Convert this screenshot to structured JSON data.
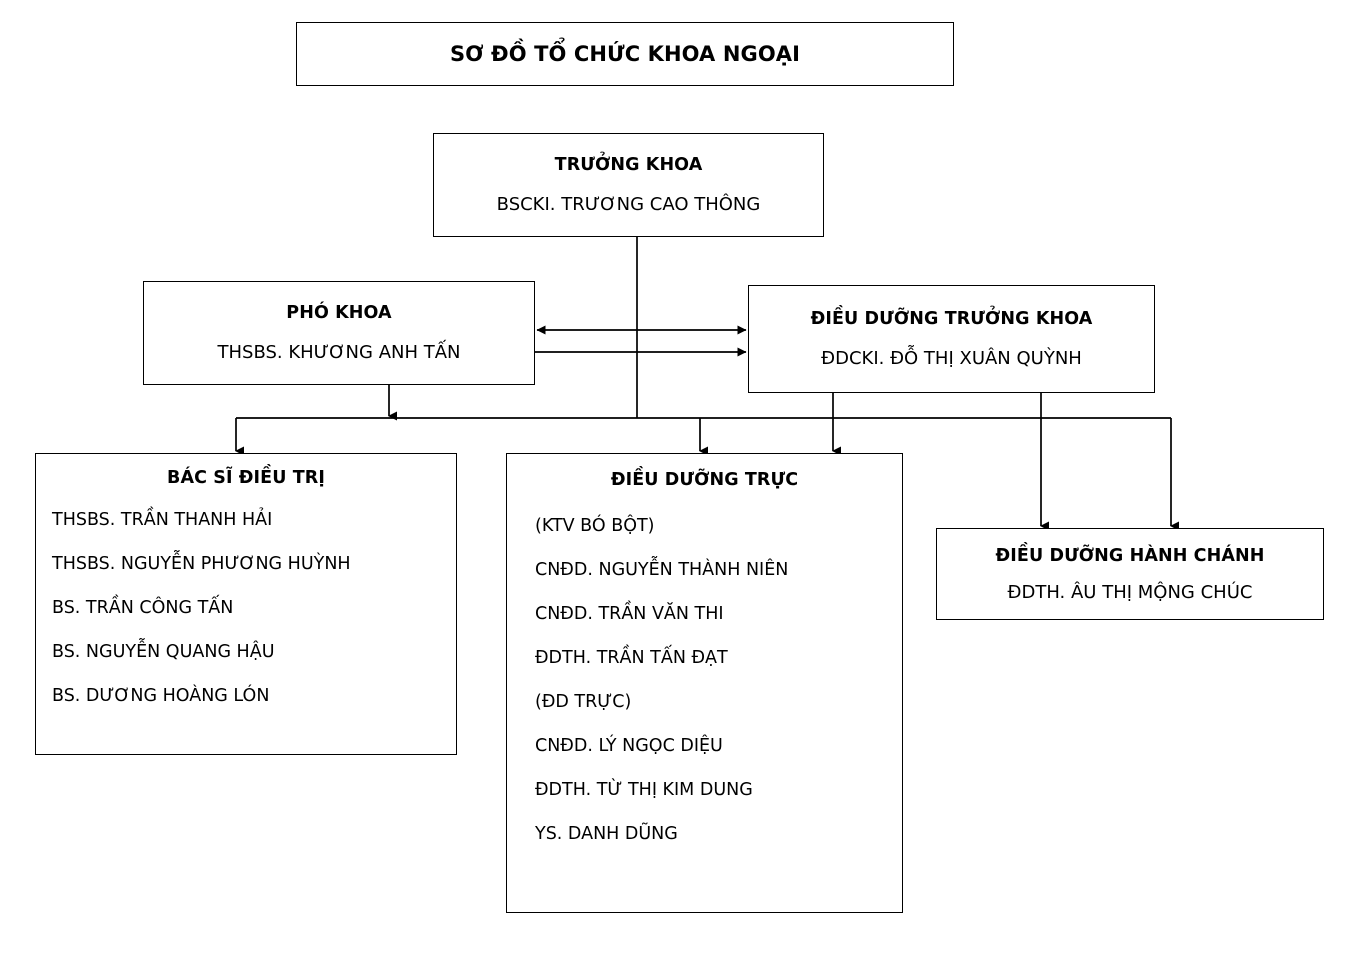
{
  "page": {
    "title": "SƠ ĐỒ TỔ CHỨC KHOA NGOẠI",
    "background_color": "#FFFFFF",
    "line_color": "#000000",
    "text_color": "#000000"
  },
  "nodes": {
    "head": {
      "title": "TRƯỞNG KHOA",
      "person": "BSCKI. TRƯƠNG CAO THÔNG"
    },
    "deputy": {
      "title": "PHÓ KHOA",
      "person": "THSBS. KHƯƠNG ANH TẤN"
    },
    "head_nurse": {
      "title": "ĐIỀU DƯỠNG TRƯỞNG KHOA",
      "person": "ĐDCKI. ĐỖ THỊ XUÂN QUỲNH"
    },
    "doctors": {
      "title": "BÁC SĨ ĐIỀU TRỊ",
      "members": [
        "THSBS. TRẦN THANH HẢI",
        "THSBS. NGUYỄN PHƯƠNG HUỲNH",
        "BS. TRẦN CÔNG TẤN",
        "BS. NGUYỄN QUANG HẬU",
        "BS. DƯƠNG HOÀNG LÓN"
      ]
    },
    "duty_nurses": {
      "title": "ĐIỀU DƯỠNG TRỰC",
      "members": [
        "(KTV BÓ BỘT)",
        "CNĐD. NGUYỄN THÀNH NIÊN",
        "CNĐD. TRẦN VĂN THI",
        "ĐDTH. TRẦN TẤN ĐẠT",
        "(ĐD TRỰC)",
        "CNĐD. LÝ NGỌC DIỆU",
        "ĐDTH. TỪ THỊ KIM DUNG",
        "YS. DANH DŨNG"
      ]
    },
    "admin_nurse": {
      "title": "ĐIỀU DƯỠNG HÀNH CHÁNH",
      "person": "ĐDTH. ÂU THỊ MỘNG CHÚC"
    }
  },
  "connectors": [
    {
      "id": "head-to-bus",
      "from": "head",
      "to": "bus",
      "style": "plain-vertical"
    },
    {
      "id": "deputy-to-headnurse-upper",
      "from": "deputy",
      "to": "head_nurse",
      "style": "double-arrow-horizontal"
    },
    {
      "id": "deputy-to-headnurse-lower",
      "from": "deputy",
      "to": "head_nurse",
      "style": "single-arrow-horizontal"
    },
    {
      "id": "deputy-to-bus",
      "from": "deputy",
      "to": "bus",
      "style": "arrow-down"
    },
    {
      "id": "headnurse-to-admin",
      "from": "head_nurse",
      "to": "admin_nurse",
      "style": "arrow-down"
    },
    {
      "id": "bus-to-doctors",
      "from": "bus",
      "to": "doctors",
      "style": "arrow-down"
    },
    {
      "id": "bus-to-duty",
      "from": "bus",
      "to": "duty_nurses",
      "style": "arrow-down"
    },
    {
      "id": "headnurse-to-duty",
      "from": "head_nurse",
      "to": "duty_nurses",
      "style": "arrow-down"
    },
    {
      "id": "bus-to-admin",
      "from": "bus",
      "to": "admin_nurse",
      "style": "arrow-down"
    }
  ]
}
